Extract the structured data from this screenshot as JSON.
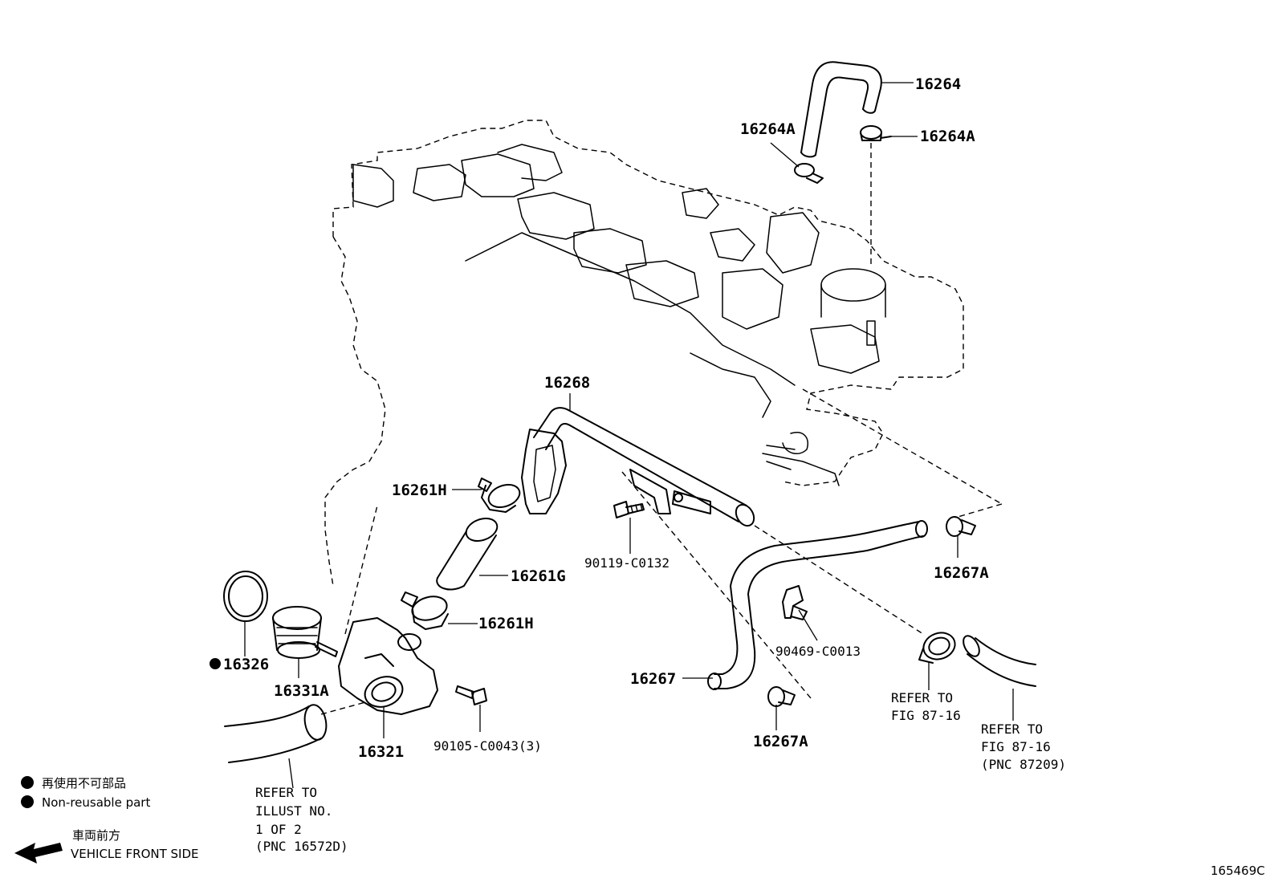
{
  "parts": {
    "p16264": "16264",
    "p16264A_left": "16264A",
    "p16264A_right": "16264A",
    "p16268": "16268",
    "p16261H_top": "16261H",
    "p16261G": "16261G",
    "p16261H_bottom": "16261H",
    "p90119": "90119-C0132",
    "p16267A_right": "16267A",
    "p90469": "90469-C0013",
    "p16267": "16267",
    "p16267A_bottom": "16267A",
    "p16326": "16326",
    "p16331A": "16331A",
    "p16321": "16321",
    "p90105": "90105-C0043(3)"
  },
  "notes": {
    "refer_a_1": "REFER TO",
    "refer_a_2": "FIG 87-16",
    "refer_b_1": "REFER TO",
    "refer_b_2": "FIG 87-16",
    "refer_b_3": "(PNC 87209)",
    "refer_c_1": "REFER TO",
    "refer_c_2": "ILLUST NO.",
    "refer_c_3": "1 OF 2",
    "refer_c_4": "(PNC 16572D)"
  },
  "legend": {
    "nonreusable_jp": "再使用不可部品",
    "nonreusable_en": "Non-reusable part",
    "front_jp": "車両前方",
    "front_en": "VEHICLE FRONT SIDE"
  },
  "figure_code": "165469C"
}
